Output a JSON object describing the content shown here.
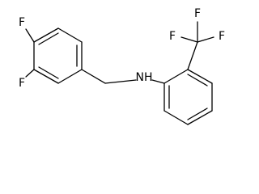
{
  "structure": {
    "atoms": {
      "f_para": "F",
      "f_meta": "F",
      "nh": "NH",
      "cf3_f_left": "F",
      "cf3_f_top": "F",
      "cf3_f_right": "F"
    }
  }
}
